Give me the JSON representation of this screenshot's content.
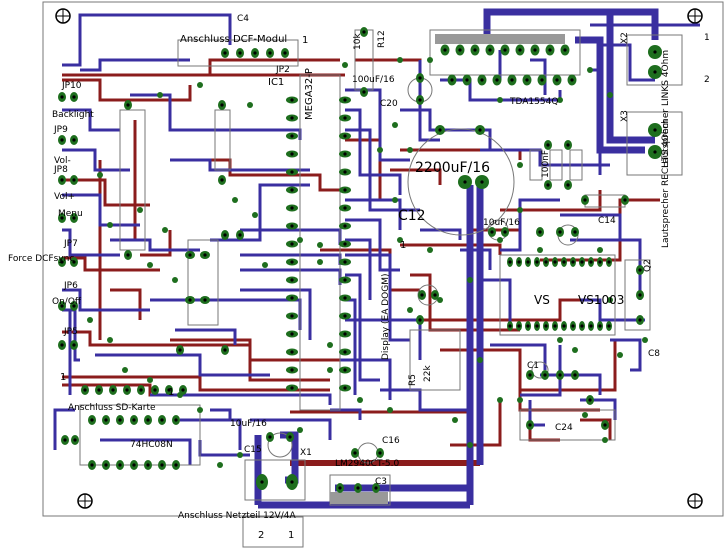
{
  "colors": {
    "background": "#ffffff",
    "top_trace": "#3a2fa0",
    "bottom_trace": "#8b1c1c",
    "pad": "#1e6e1e",
    "pad_hole": "#000000",
    "outline": "#777777",
    "text": "#000000"
  },
  "labels": {
    "anschluss_dcf": "Anschluss DCF-Modul",
    "jp2": "JP2",
    "jp10": "JP10",
    "backlight": "Backlight",
    "jp9": "JP9",
    "vol_minus": "Vol-",
    "jp8": "JP8",
    "vol_plus": "Vol+",
    "menu": "Menu",
    "jp7": "JP7",
    "force_dcf": "Force DCFsync",
    "jp6": "JP6",
    "on_off": "On/Off",
    "jp5": "JP5",
    "mega": "MEGA32-P",
    "ic1": "IC1",
    "c4": "C4",
    "r12": "R12",
    "r10k": "10k",
    "cap_100uf16": "100uF/16",
    "c20": "C20",
    "tda": "TDA1554Q",
    "x2": "X2",
    "x3": "X3",
    "speaker_left": "Lautsprecher LINKS 4Ohm",
    "speaker_right": "Lautsprecher RECHTS 4Ohm",
    "speaker_pin_1": "1",
    "speaker_pin_2": "2",
    "c12": "C12",
    "cap_2200": "2200uF/16",
    "c100nf": "100nF",
    "c14": "C14",
    "c10uf": "10uF/16",
    "vs": "VS",
    "vs1003": "VS1003",
    "q2": "Q2",
    "c8": "C8",
    "c1": "C1",
    "c24": "C24",
    "r5": "R5",
    "r22k": "22k",
    "c16": "C16",
    "c15": "C15",
    "x1": "X1",
    "lm": "LM2940CT-5.0",
    "c3": "C3",
    "hc08": "74HC08N",
    "anschluss_sd": "Anschluss SD-Karte",
    "anschluss_netz": "Anschluss Netzteil 12V/4A",
    "netz_pin_2": "2",
    "netz_pin_1": "1",
    "num_1a": "1",
    "num_1b": "1",
    "num_1c": "1",
    "num_1d": "1",
    "display_lcd": "Display (EA DOGM)"
  }
}
